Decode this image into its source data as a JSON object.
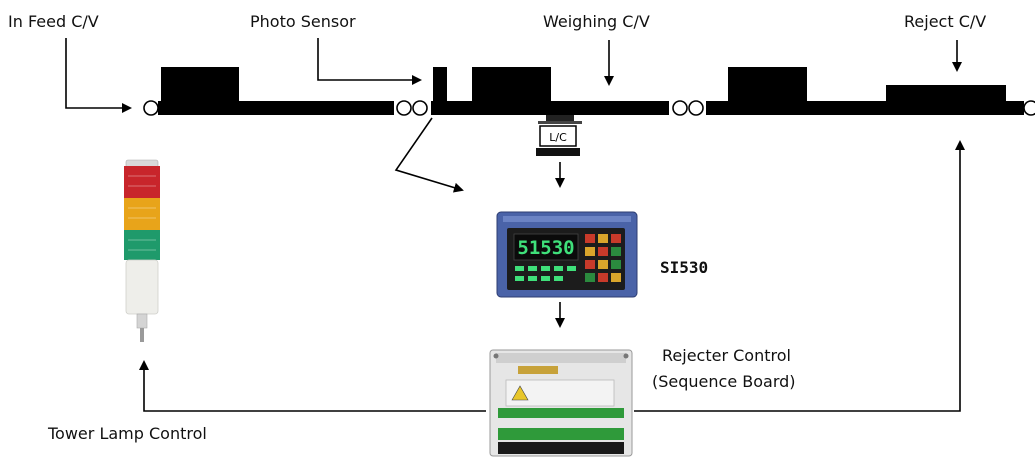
{
  "labels": {
    "in_feed": "In Feed C/V",
    "photo_sensor": "Photo Sensor",
    "weighing": "Weighing C/V",
    "reject": "Reject C/V",
    "load_cell": "L/C",
    "indicator_model": "SI530",
    "indicator_display": "51530",
    "rejecter_line1": "Rejecter Control",
    "rejecter_line2": "(Sequence Board)",
    "tower_lamp": "Tower Lamp Control"
  },
  "colors": {
    "belt": "#000000",
    "lamp_red": "#c8252b",
    "lamp_amber": "#e8a41a",
    "lamp_green": "#1f9a6b",
    "lamp_white": "#eeeeea",
    "indicator_frame": "#4a63a8",
    "indicator_screen": "#1a1a1a",
    "indicator_digits": "#3fe07a",
    "board_body": "#e6e6e6",
    "terminal_green": "#2f9a3a"
  }
}
